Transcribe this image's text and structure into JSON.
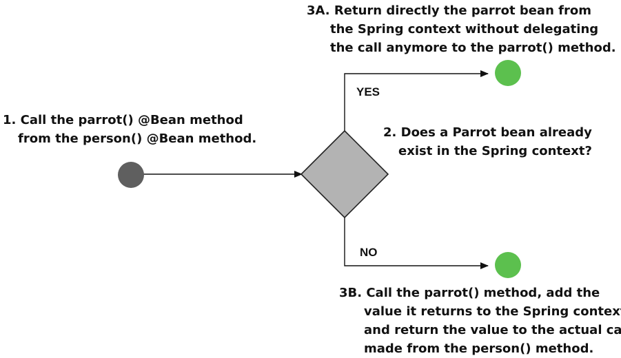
{
  "step1": {
    "lines": [
      "1. Call the parrot() @Bean method",
      "from the person() @Bean method."
    ]
  },
  "step2": {
    "lines": [
      "2. Does a Parrot bean already",
      "exist in the Spring context?"
    ]
  },
  "step3a": {
    "lines": [
      "3A. Return directly the parrot bean from",
      "the Spring context without delegating",
      "the call anymore to the parrot() method."
    ]
  },
  "step3b": {
    "lines": [
      "3B. Call the parrot() method, add the",
      "value it returns to the Spring context,",
      "and return the value to the actual call",
      "made from the person() method."
    ]
  },
  "branches": {
    "yes": "YES",
    "no": "NO"
  },
  "colors": {
    "start_node": "#5f5f5f",
    "end_node": "#5cc04e",
    "decision_fill": "#b3b3b3",
    "decision_stroke": "#222222",
    "line": "#111111",
    "text": "#111111"
  }
}
